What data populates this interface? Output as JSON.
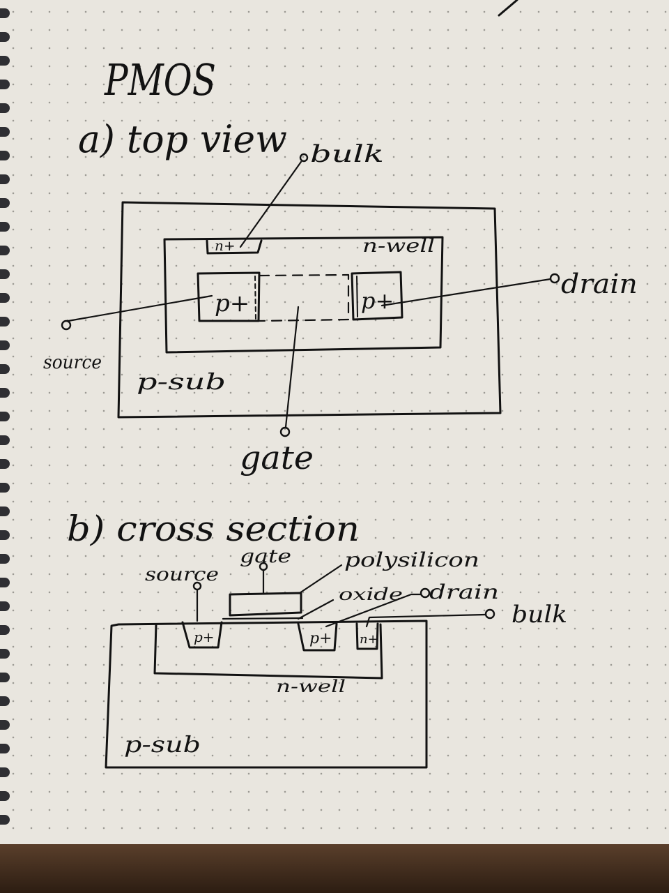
{
  "title": "PMOS",
  "top_view": {
    "heading": "a) top view",
    "bulk": "bulk",
    "nplus": "n+",
    "nwell": "n-well",
    "pplus_left": "p+",
    "pplus_right": "p+",
    "drain": "drain",
    "source": "source",
    "psub": "p-sub",
    "gate": "gate"
  },
  "cross_section": {
    "heading": "b) cross section",
    "source": "source",
    "gate": "gate",
    "polysilicon": "polysilicon",
    "oxide": "oxide",
    "drain": "drain",
    "bulk": "bulk",
    "pplus_left": "p+",
    "pplus_right": "p+",
    "nplus": "n+",
    "nwell": "n-well",
    "psub": "p-sub"
  },
  "colors": {
    "paper": "#e9e6df",
    "ink": "#121212",
    "dot": "#9c9a94",
    "desk": "#3b2a1e"
  }
}
